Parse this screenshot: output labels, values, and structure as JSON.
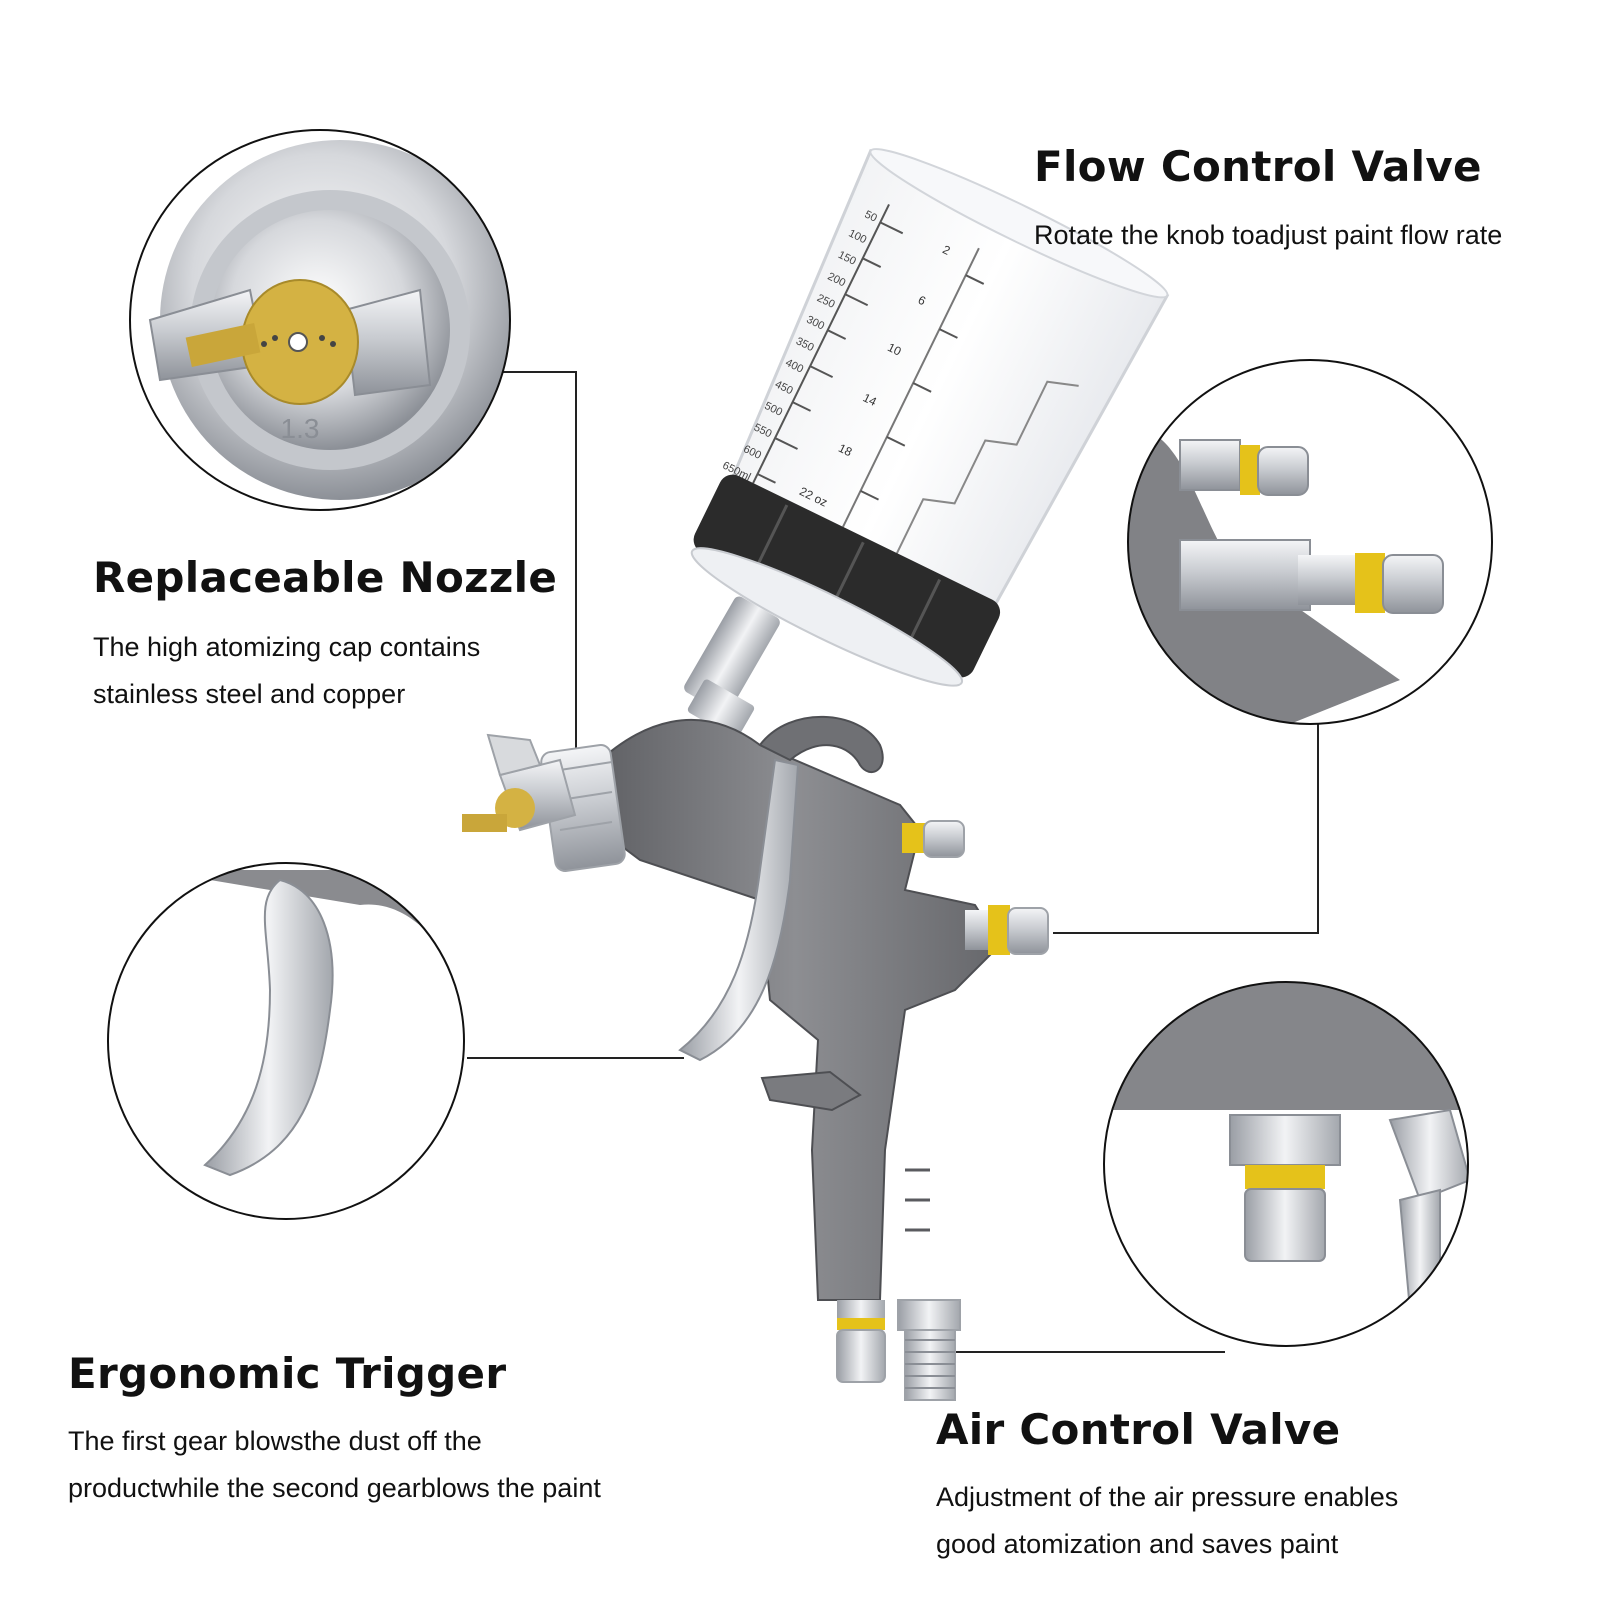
{
  "features": {
    "flow": {
      "title": "Flow Control Valve",
      "lines": [
        "Rotate the knob toadjust paint flow rate"
      ]
    },
    "nozzle": {
      "title": "Replaceable Nozzle",
      "lines": [
        "The high atomizing cap contains",
        "stainless steel and copper"
      ],
      "size_marking": "1.3"
    },
    "trigger": {
      "title": "Ergonomic Trigger",
      "lines": [
        "The first gear blowsthe dust off the",
        "productwhile the second gearblows the paint"
      ]
    },
    "air": {
      "title": "Air Control Valve",
      "lines": [
        "Adjustment of the air pressure enables",
        "good atomization and saves paint"
      ]
    }
  },
  "cup_scale": {
    "ml_marks": [
      "650ml",
      "600",
      "550",
      "500",
      "450",
      "400",
      "350",
      "300",
      "250",
      "200",
      "150",
      "100",
      "50"
    ],
    "oz_marks": [
      "22 oz",
      "18",
      "14",
      "10",
      "6",
      "2"
    ]
  },
  "colors": {
    "gun_body": "#7a7b7f",
    "chrome": "#c9ccd1",
    "brass": "#d4b243",
    "yellow_band": "#e5c21a",
    "rubber_band": "#2b2b2b",
    "leader_line": "#222222"
  }
}
